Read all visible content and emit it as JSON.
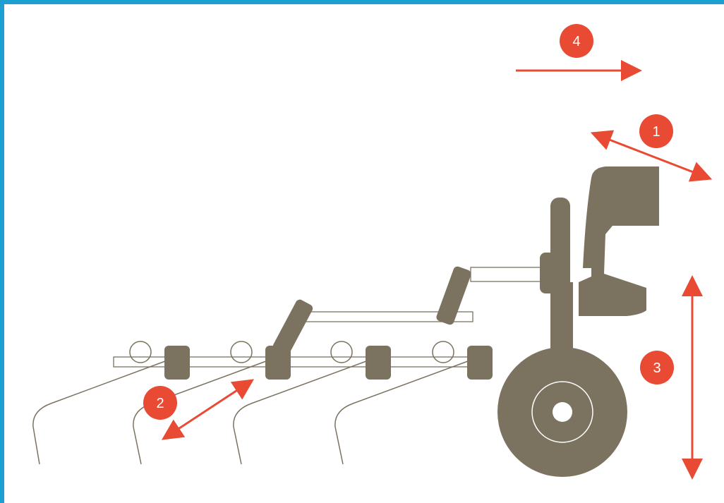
{
  "diagram": {
    "colors": {
      "frame": "#1e9fd1",
      "machine": "#7b7360",
      "marker": "#e84a33",
      "arrow": "#e84a33",
      "line": "#7b7360",
      "background": "#ffffff"
    },
    "markers": [
      {
        "id": "marker-1",
        "label": "1",
        "arrow": "double-diagonal-down-right"
      },
      {
        "id": "marker-2",
        "label": "2",
        "arrow": "double-diagonal-up-right"
      },
      {
        "id": "marker-3",
        "label": "3",
        "arrow": "double-vertical"
      },
      {
        "id": "marker-4",
        "label": "4",
        "arrow": "single-right"
      }
    ]
  }
}
